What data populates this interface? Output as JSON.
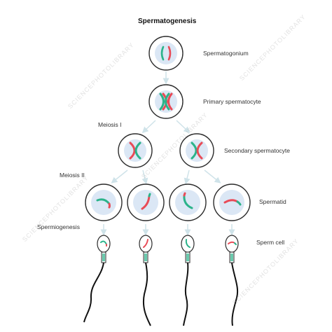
{
  "title": "Spermatogenesis",
  "labels": {
    "spermatogonium": "Spermatogonium",
    "primary": "Primary spermatocyte",
    "meiosis1": "Meiosis I",
    "secondary": "Secondary spermatocyte",
    "meiosis2": "Meiosis II",
    "spermatid": "Spermatid",
    "spermiogenesis": "Spermiogenesis",
    "sperm_cell": "Sperm cell"
  },
  "watermark": "SCIENCEPHOTOLIBRARY",
  "colors": {
    "chromosome_red": "#e94b57",
    "chromosome_green": "#2bb38a",
    "nucleus": "#dbe7f5",
    "cell_outline": "#2b2b2b",
    "arrow": "#cfe3e9",
    "tail": "#111111"
  }
}
